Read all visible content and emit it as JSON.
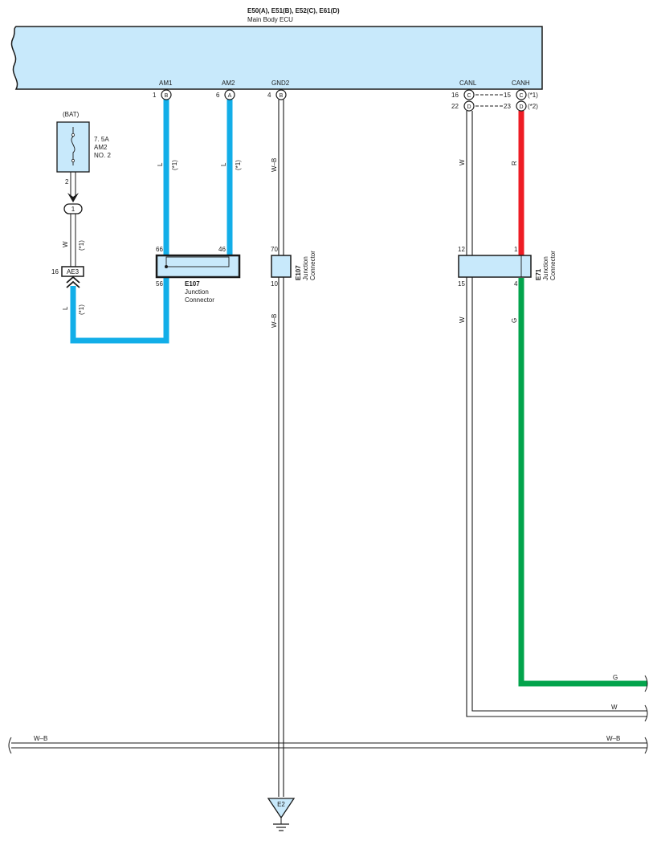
{
  "ecu": {
    "connectors": "E50(A), E51(B), E52(C), E61(D)",
    "name": "Main Body ECU",
    "pins": {
      "am1": {
        "label": "AM1",
        "num": "1",
        "conn": "B"
      },
      "am2": {
        "label": "AM2",
        "num": "6",
        "conn": "A"
      },
      "gnd2": {
        "label": "GND2",
        "num": "4",
        "conn": "B"
      },
      "canl": {
        "label": "CANL",
        "num1": "16",
        "conn1": "C",
        "num2": "22",
        "conn2": "D"
      },
      "canh": {
        "label": "CANH",
        "num1": "15",
        "conn1": "C",
        "note1": "(*1)",
        "num2": "23",
        "conn2": "D",
        "note2": "(*2)"
      }
    }
  },
  "fuse": {
    "supply": "(BAT)",
    "rating": "7. 5A",
    "name": "AM2",
    "number": "NO. 2",
    "pin": "2"
  },
  "inline_connector": {
    "num": "1"
  },
  "ae3": {
    "pin": "16",
    "label": "AE3"
  },
  "junction_left": {
    "name": "E107",
    "desc1": "Junction",
    "desc2": "Connector",
    "pin_top_left": "66",
    "pin_top_right": "46",
    "pin_bottom": "56"
  },
  "junction_mid": {
    "name": "E107",
    "desc1": "Junction",
    "desc2": "Connector",
    "pin_top": "70",
    "pin_bottom": "10"
  },
  "junction_right": {
    "name": "E71",
    "desc1": "Junction",
    "desc2": "Connector",
    "pin_top_left": "12",
    "pin_top_right": "1",
    "pin_bottom_left": "15",
    "pin_bottom_right": "4"
  },
  "wires": {
    "fuse_wire": "W",
    "fuse_note": "(*1)",
    "ae3_wire": "L",
    "ae3_note": "(*1)",
    "am1_wire": "L",
    "am1_note": "(*1)",
    "am2_wire": "L",
    "am2_note": "(*1)",
    "gnd_upper": "W–B",
    "gnd_lower": "W–B",
    "canl_upper": "W",
    "canl_lower": "W",
    "canh_upper": "R",
    "canh_lower": "G",
    "out_g": "G",
    "out_w": "W",
    "bus_left": "W–B",
    "bus_right": "W–B"
  },
  "ground": {
    "label": "E2"
  },
  "colors": {
    "ecu_fill": "#c8e9fb",
    "blue_wire": "#12aee8",
    "red_wire": "#ee1c24",
    "green_wire": "#03a44c",
    "line": "#1a1a1a"
  }
}
